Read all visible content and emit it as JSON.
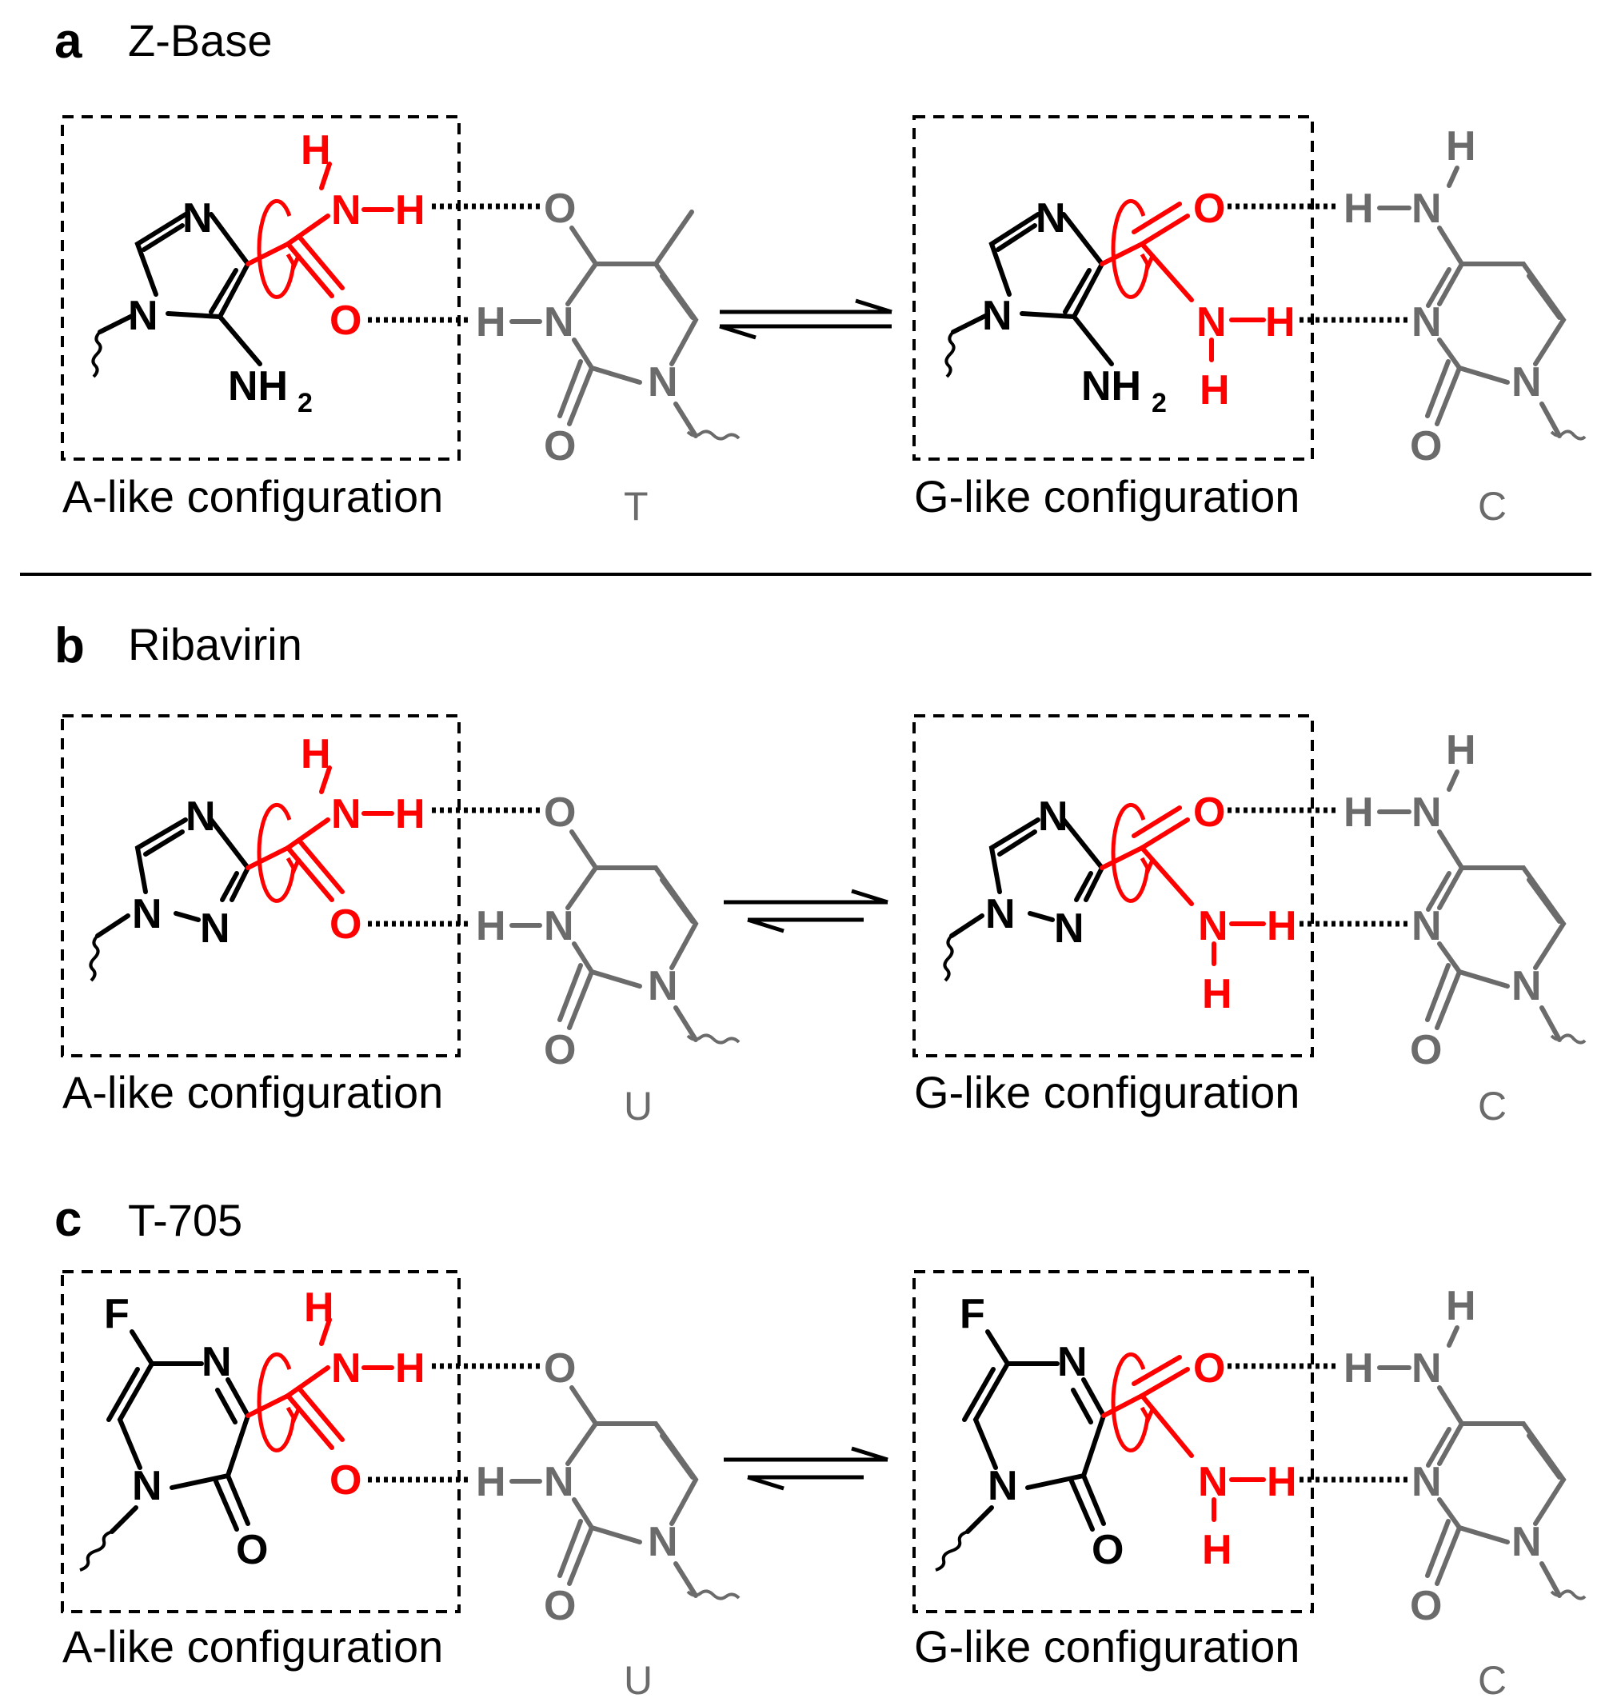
{
  "panels": [
    {
      "letter": "a",
      "title": "Z-Base",
      "left_caption": "A-like configuration",
      "left_partner": "T",
      "right_caption": "G-like configuration",
      "right_partner": "C",
      "substituent": "NH",
      "substituent_sub": "2"
    },
    {
      "letter": "b",
      "title": "Ribavirin",
      "left_caption": "A-like configuration",
      "left_partner": "U",
      "right_caption": "G-like configuration",
      "right_partner": "C"
    },
    {
      "letter": "c",
      "title": "T-705",
      "left_caption": "A-like configuration",
      "left_partner": "U",
      "right_caption": "G-like configuration",
      "right_partner": "C",
      "substituent": "F"
    }
  ],
  "atoms": {
    "N": "N",
    "O": "O",
    "H": "H",
    "F": "F"
  },
  "colors": {
    "analog": "#000000",
    "amide": "#ff0000",
    "partner": "#6b6b6b"
  }
}
